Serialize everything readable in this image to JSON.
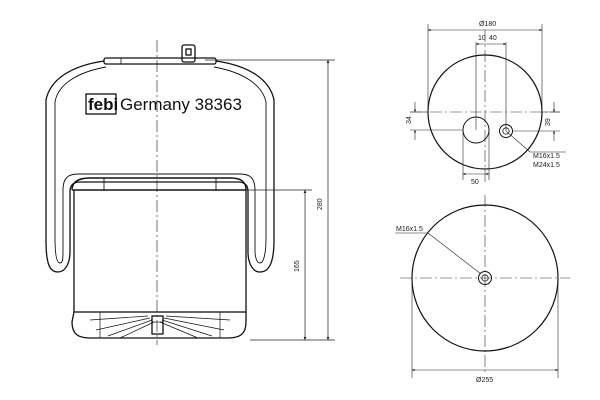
{
  "brand": {
    "logo": "febi",
    "text": "Germany 38363"
  },
  "side_view": {
    "height_overall": "280",
    "height_piston": "165"
  },
  "top_view": {
    "diameter": "Ø180",
    "offset_a": "10",
    "offset_b": "40",
    "left_dim": "34",
    "right_dim": "39",
    "bottom_dim": "50",
    "thread_1": "M16x1.5",
    "thread_2": "M24x1.5"
  },
  "bottom_view": {
    "thread": "M16x1.5",
    "diameter": "Ø255"
  }
}
